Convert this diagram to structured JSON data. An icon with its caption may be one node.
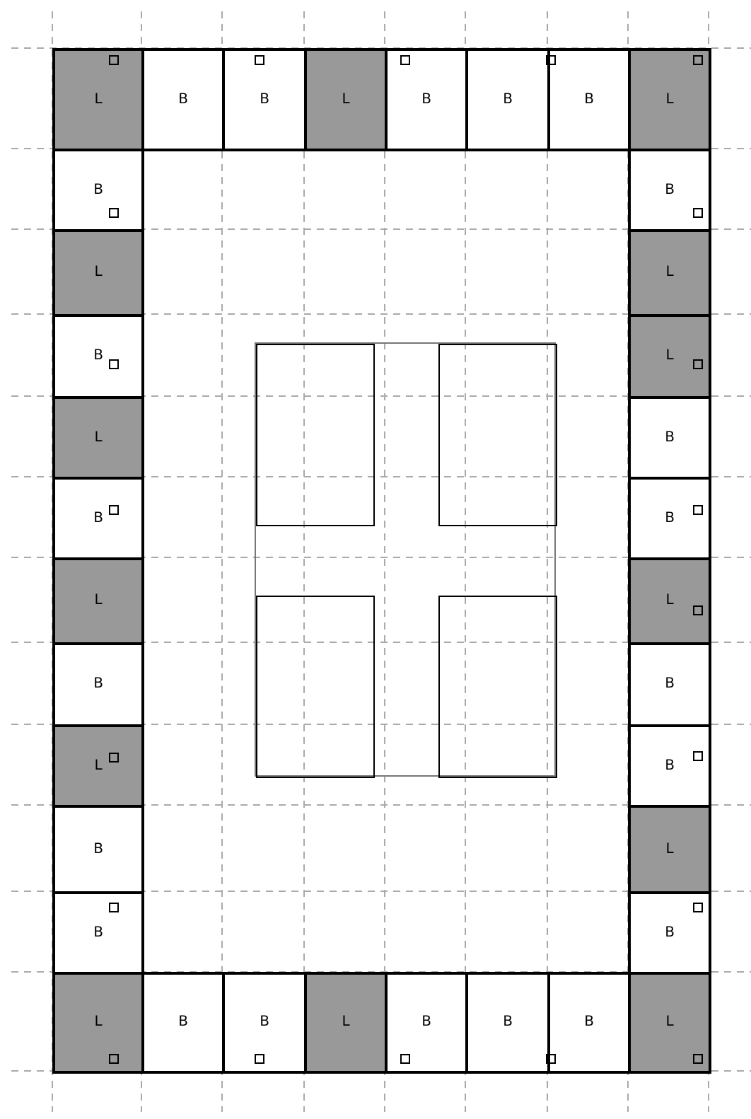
{
  "diagram": {
    "nodes": [
      {
        "text": [
          "L"
        ]
      },
      {
        "text": [
          "B"
        ]
      },
      {
        "text": [
          "B"
        ]
      },
      {
        "text": [
          "L"
        ]
      },
      {
        "text": [
          "B"
        ]
      },
      {
        "text": [
          "B"
        ]
      },
      {
        "text": [
          "B"
        ]
      },
      {
        "text": [
          "L"
        ]
      },
      {
        "text": [
          "B"
        ]
      },
      {
        "text": [
          "B"
        ]
      },
      {
        "text": [
          "L"
        ]
      },
      {
        "text": [
          "L"
        ]
      },
      {
        "text": [
          "B"
        ]
      },
      {
        "text": [
          "L"
        ]
      },
      {
        "text": [
          "L"
        ]
      },
      {
        "text": [
          "B"
        ]
      },
      {
        "text": [
          "B"
        ]
      },
      {
        "text": [
          "B"
        ]
      },
      {
        "text": [
          "L"
        ]
      },
      {
        "text": [
          "L"
        ]
      },
      {
        "text": [
          "B"
        ]
      },
      {
        "text": [
          "B"
        ]
      },
      {
        "text": [
          "L"
        ]
      },
      {
        "text": [
          "B"
        ]
      },
      {
        "text": [
          "B"
        ]
      },
      {
        "text": [
          "L"
        ]
      },
      {
        "text": [
          "B"
        ]
      },
      {
        "text": [
          "B"
        ]
      },
      {
        "text": [
          "L"
        ]
      },
      {
        "text": [
          "B"
        ]
      },
      {
        "text": [
          "B"
        ]
      },
      {
        "text": [
          "L"
        ]
      },
      {
        "text": [
          "B"
        ]
      },
      {
        "text": [
          "B"
        ]
      },
      {
        "text": [
          "B"
        ]
      },
      {
        "text": [
          "L"
        ]
      },
      {
        "text": [],
        "shape": "box"
      },
      {
        "text": [],
        "shape": "box",
        "in": 36
      },
      {
        "text": [],
        "shape": "box",
        "in": 36
      },
      {
        "text": [],
        "shape": "box",
        "in": 36
      },
      {
        "text": [],
        "shape": "box",
        "in": 36
      }
    ]
  }
}
